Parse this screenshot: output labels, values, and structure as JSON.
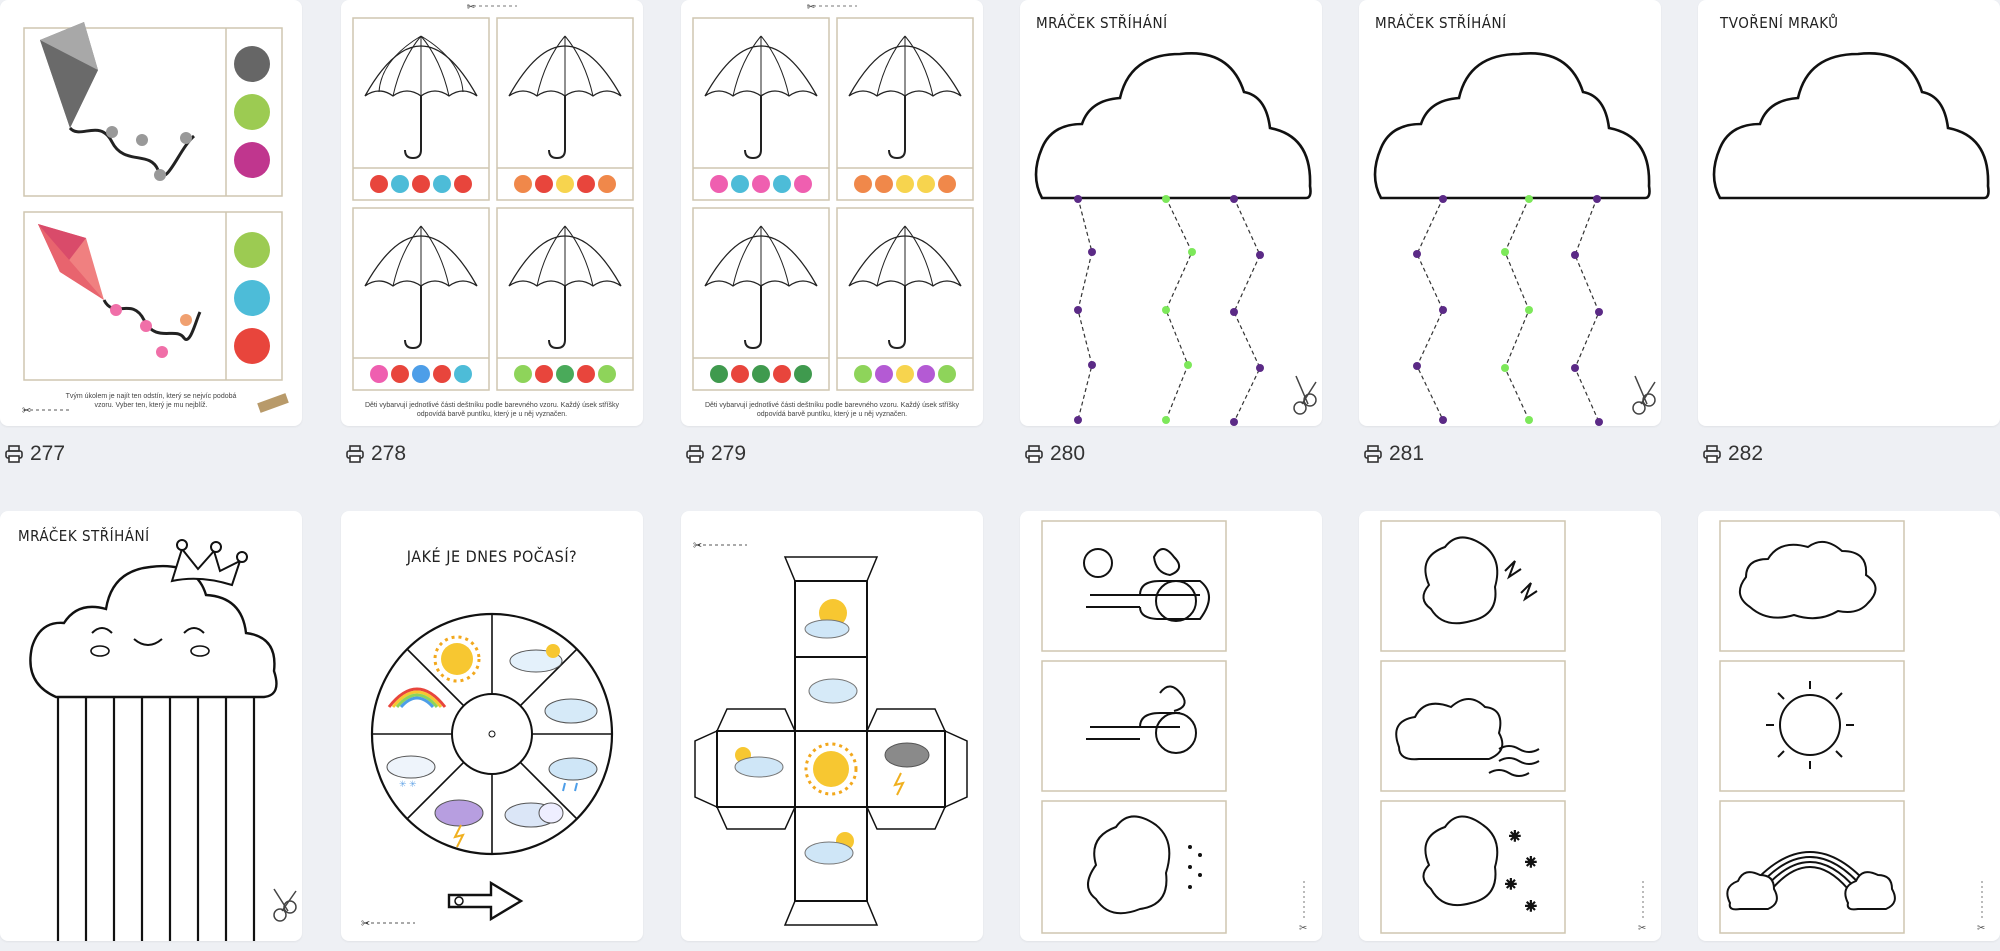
{
  "grid": {
    "row1": [
      {
        "count": "277"
      },
      {
        "count": "278"
      },
      {
        "count": "279"
      },
      {
        "count": "280",
        "title": "MRÁČEK STŘÍHÁNÍ"
      },
      {
        "count": "281",
        "title": "MRÁČEK STŘÍHÁNÍ"
      },
      {
        "count": "282",
        "title": "TVOŘENÍ MRAKŮ"
      }
    ],
    "row2": [
      {
        "title": "MRÁČEK STŘÍHÁNÍ"
      },
      {
        "title": "JAKÉ JE DNES POČASÍ?"
      },
      {},
      {},
      {},
      {}
    ]
  },
  "captions": {
    "kites": "Tvým úkolem je najít ten odstín, který se nejvíc podobá vzoru. Vyber ten, který je mu nejblíž.",
    "umbrellas": "Děti vybarvují jednotlivé části deštníku podle barevného vzoru. Každý úsek stříšky odpovídá barvě puntíku, který je u něj vyznačen."
  },
  "colors": {
    "background": "#eef0f4",
    "card": "#ffffff",
    "zigzag_purple": "#5b2a86",
    "zigzag_green": "#7de85a"
  },
  "icons": [
    "printer-icon",
    "scissors-icon",
    "cut-line-icon"
  ]
}
